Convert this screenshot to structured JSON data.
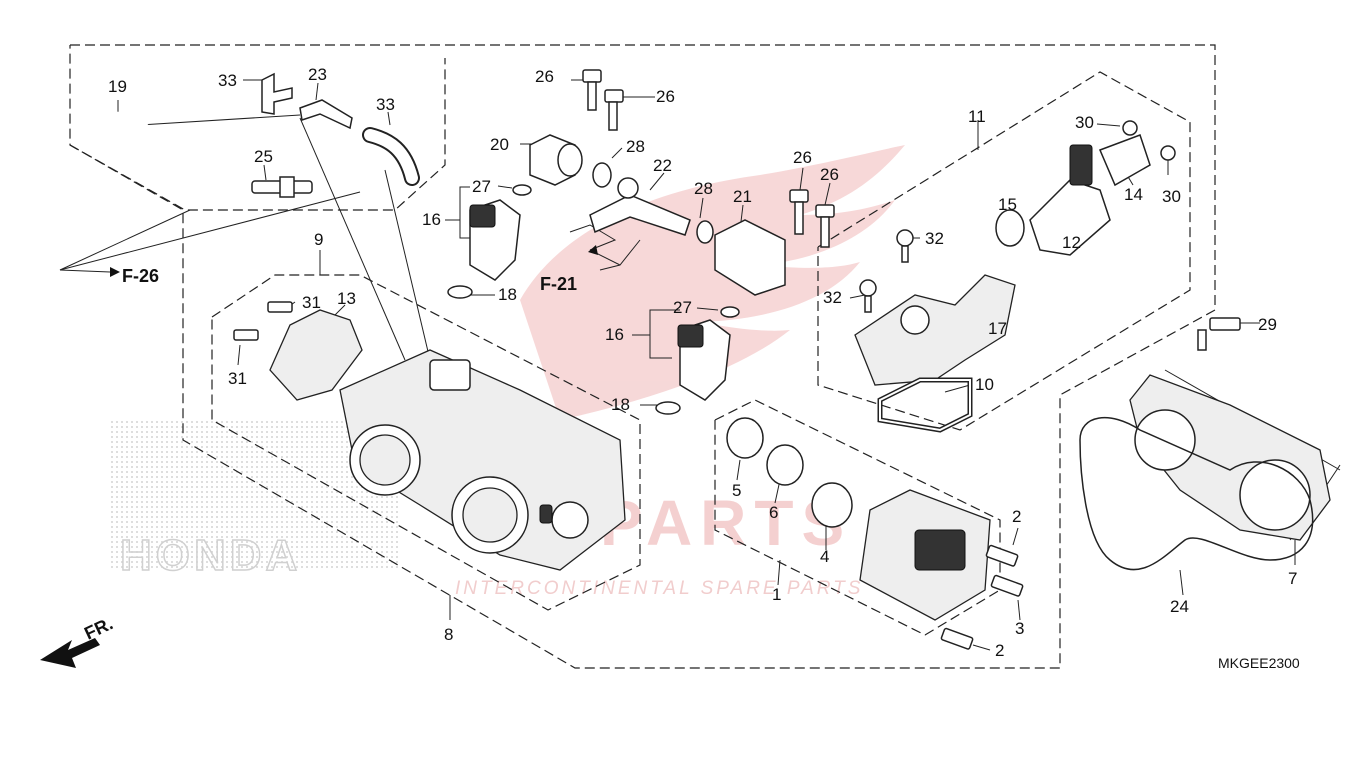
{
  "diagram_code": "MKGEE2300",
  "watermark": {
    "brand": "HONDA",
    "site": "PARTS",
    "tagline": "INTERCONTINENTAL SPARE PARTS"
  },
  "references": {
    "f26": "F-26",
    "f21": "F-21",
    "front": "FR."
  },
  "callouts": {
    "c1": "1",
    "c2a": "2",
    "c2b": "2",
    "c3": "3",
    "c4": "4",
    "c5": "5",
    "c6": "6",
    "c7": "7",
    "c8": "8",
    "c9": "9",
    "c10": "10",
    "c11": "11",
    "c12": "12",
    "c13": "13",
    "c14": "14",
    "c15": "15",
    "c16a": "16",
    "c16b": "16",
    "c17": "17",
    "c18a": "18",
    "c18b": "18",
    "c19": "19",
    "c20": "20",
    "c21": "21",
    "c22": "22",
    "c23": "23",
    "c24": "24",
    "c25": "25",
    "c26a": "26",
    "c26b": "26",
    "c26c": "26",
    "c26d": "26",
    "c27a": "27",
    "c27b": "27",
    "c28a": "28",
    "c28b": "28",
    "c29": "29",
    "c30a": "30",
    "c30b": "30",
    "c31a": "31",
    "c31b": "31",
    "c32a": "32",
    "c32b": "32",
    "c33a": "33",
    "c33b": "33"
  },
  "colors": {
    "line": "#222222",
    "watermark_red": "#f0c8c8",
    "watermark_grey": "#d0d0d0"
  }
}
